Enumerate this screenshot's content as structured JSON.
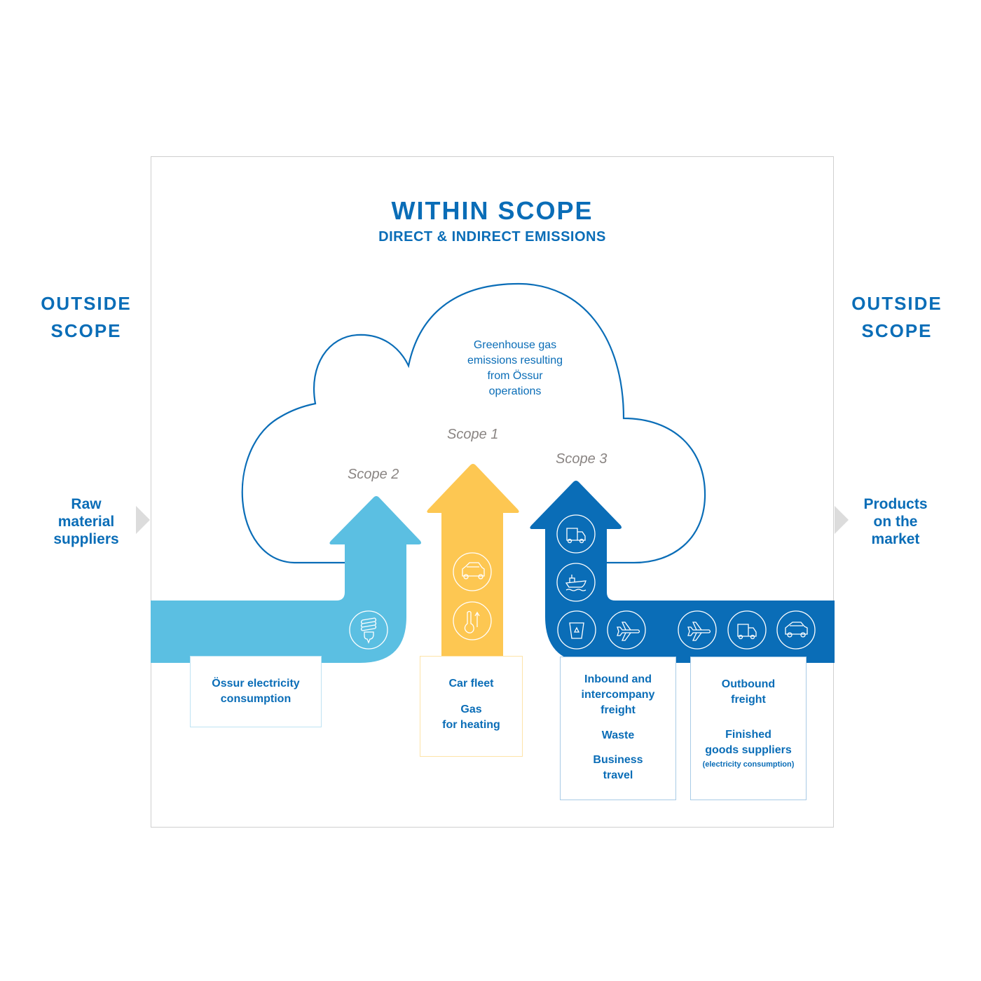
{
  "header": {
    "title": "WITHIN SCOPE",
    "subtitle": "DIRECT & INDIRECT EMISSIONS"
  },
  "left": {
    "heading_line1": "OUTSIDE",
    "heading_line2": "SCOPE",
    "label_lines": [
      "Raw",
      "material",
      "suppliers"
    ]
  },
  "right": {
    "heading_line1": "OUTSIDE",
    "heading_line2": "SCOPE",
    "label_lines": [
      "Products",
      "on the",
      "market"
    ]
  },
  "cloud": {
    "text_lines": [
      "Greenhouse gas",
      "emissions resulting",
      "from Össur",
      "operations"
    ]
  },
  "scopes": [
    {
      "label": "Scope 1",
      "color": "#fdc752",
      "icons": [
        "car-icon",
        "thermometer-icon"
      ],
      "box": {
        "lines": [
          "Car fleet",
          "Gas",
          "for heating"
        ]
      }
    },
    {
      "label": "Scope 2",
      "color": "#5bbfe2",
      "icons": [
        "lightbulb-icon"
      ],
      "box": {
        "lines": [
          "Össur electricity",
          "consumption"
        ]
      }
    },
    {
      "label": "Scope 3",
      "color": "#0a6db7",
      "icons": [
        "truck-icon",
        "ship-icon",
        "recycle-bin-icon",
        "airplane-icon",
        "airplane-icon",
        "truck-icon",
        "car-icon"
      ],
      "boxes": [
        {
          "lines": [
            "Inbound and",
            "intercompany",
            "freight",
            "Waste",
            "Business",
            "travel"
          ]
        },
        {
          "lines": [
            "Outbound",
            "freight",
            "Finished",
            "goods suppliers"
          ],
          "note": "(electricity consumption)"
        }
      ]
    }
  ],
  "colors": {
    "primary_blue": "#0a6db7",
    "light_blue": "#5bbfe2",
    "yellow": "#fdc752",
    "scope_label_gray": "#8a8583",
    "frame_gray": "#cfcfcf"
  }
}
